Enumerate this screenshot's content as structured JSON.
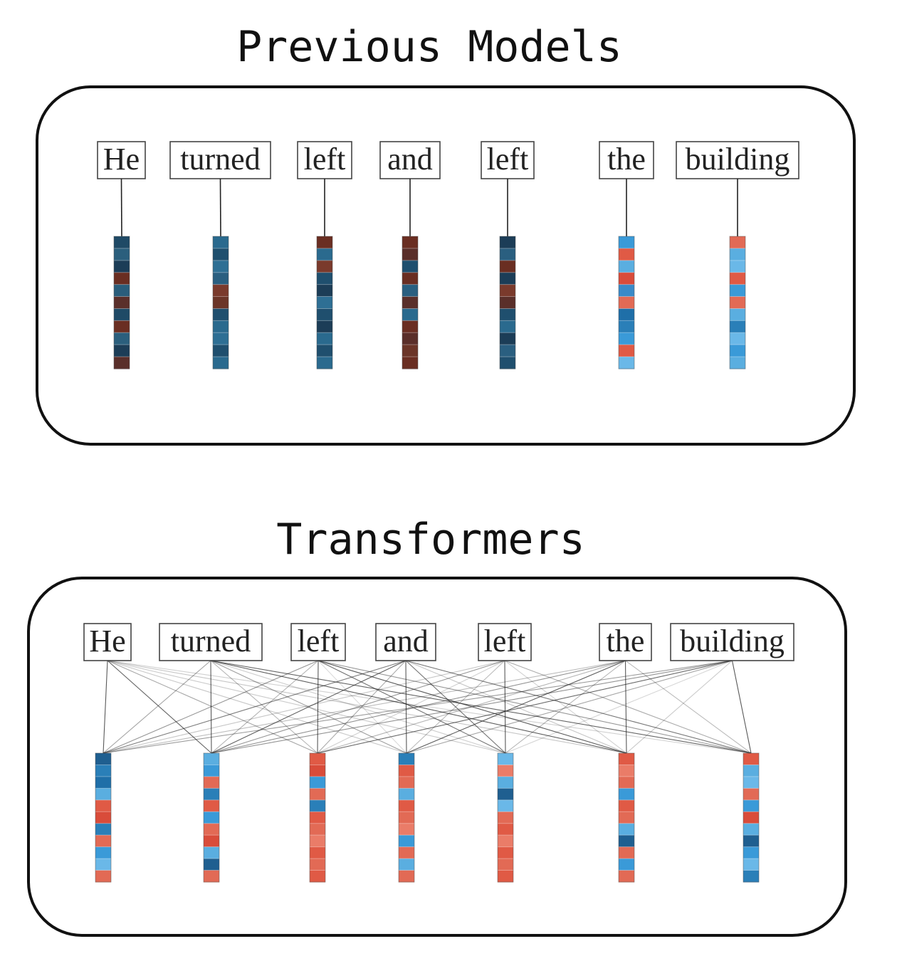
{
  "sections": [
    {
      "title": "Previous Models",
      "words": [
        "He",
        "turned",
        "left",
        "and",
        "left",
        "the",
        "building"
      ],
      "vectors": [
        [
          "#1f4a66",
          "#2b5f7d",
          "#1c3d57",
          "#6a2e22",
          "#2a5d7b",
          "#5a2f2a",
          "#1f4a66",
          "#6a2e22",
          "#2b5f7d",
          "#1c3d57",
          "#5a2f2a"
        ],
        [
          "#2a6a8e",
          "#1f4f6e",
          "#2e6f94",
          "#2a5f80",
          "#7a3a2c",
          "#6b3528",
          "#1f4f6e",
          "#2a6a8e",
          "#2e6f94",
          "#1f4f6e",
          "#2a6a8e"
        ],
        [
          "#6a2e22",
          "#2a6a8e",
          "#7a3a2c",
          "#1f4f6e",
          "#1c3d57",
          "#2e6f94",
          "#1f4f6e",
          "#1c3d57",
          "#2a6a8e",
          "#1f4f6e",
          "#2a6a8e"
        ],
        [
          "#6a2e22",
          "#5a2f2a",
          "#1f4f6e",
          "#6a2e22",
          "#2a5f80",
          "#5a2f2a",
          "#2a6a8e",
          "#6a2e22",
          "#5a2f2a",
          "#6b3528",
          "#6a2e22"
        ],
        [
          "#1c3d57",
          "#2a5f80",
          "#6a2e22",
          "#1c3d57",
          "#7a3a2c",
          "#5a2f2a",
          "#1f4f6e",
          "#2a6a8e",
          "#1c3d57",
          "#2a5f80",
          "#1f4f6e"
        ],
        [
          "#3a9ad8",
          "#e05a45",
          "#5aaee0",
          "#d94c3a",
          "#3a8ac8",
          "#e26a55",
          "#1f6fa8",
          "#2a7fb8",
          "#3a9ad8",
          "#e05a45",
          "#6ab8e8"
        ],
        [
          "#e26a55",
          "#5aaee0",
          "#6ab8e8",
          "#e05a45",
          "#3a9ad8",
          "#e26a55",
          "#5aaee0",
          "#2a7fb8",
          "#6ab8e8",
          "#3a9ad8",
          "#5aaee0"
        ]
      ]
    },
    {
      "title": "Transformers",
      "words": [
        "He",
        "turned",
        "left",
        "and",
        "left",
        "the",
        "building"
      ],
      "vectors": [
        [
          "#1f5f90",
          "#2a7fb8",
          "#1f6fa8",
          "#5aaee0",
          "#e05a45",
          "#d94c3a",
          "#2a7fb8",
          "#e26a55",
          "#3a9ad8",
          "#6ab8e8",
          "#e26a55"
        ],
        [
          "#5aaee0",
          "#3a9ad8",
          "#e26a55",
          "#2a7fb8",
          "#e05a45",
          "#3a9ad8",
          "#e26a55",
          "#d94c3a",
          "#5aaee0",
          "#1f5f90",
          "#e26a55"
        ],
        [
          "#e05a45",
          "#d94c3a",
          "#3a9ad8",
          "#e26a55",
          "#2a7fb8",
          "#e05a45",
          "#e26a55",
          "#ea7c68",
          "#e05a45",
          "#e26a55",
          "#e05a45"
        ],
        [
          "#2a7fb8",
          "#e05a45",
          "#e26a55",
          "#5aaee0",
          "#e05a45",
          "#e26a55",
          "#ea7c68",
          "#3a9ad8",
          "#e26a55",
          "#5aaee0",
          "#e26a55"
        ],
        [
          "#6ab8e8",
          "#ea7c68",
          "#5aaee0",
          "#1f5f90",
          "#6ab8e8",
          "#e26a55",
          "#e05a45",
          "#ea7c68",
          "#e05a45",
          "#e26a55",
          "#e05a45"
        ],
        [
          "#e05a45",
          "#ea7c68",
          "#e26a55",
          "#3a9ad8",
          "#e05a45",
          "#e26a55",
          "#5aaee0",
          "#1f5f90",
          "#e26a55",
          "#3a9ad8",
          "#e26a55"
        ],
        [
          "#e05a45",
          "#5aaee0",
          "#6ab8e8",
          "#e26a55",
          "#3a9ad8",
          "#d94c3a",
          "#5aaee0",
          "#1f5f90",
          "#3a9ad8",
          "#6ab8e8",
          "#2a7fb8"
        ]
      ]
    }
  ]
}
